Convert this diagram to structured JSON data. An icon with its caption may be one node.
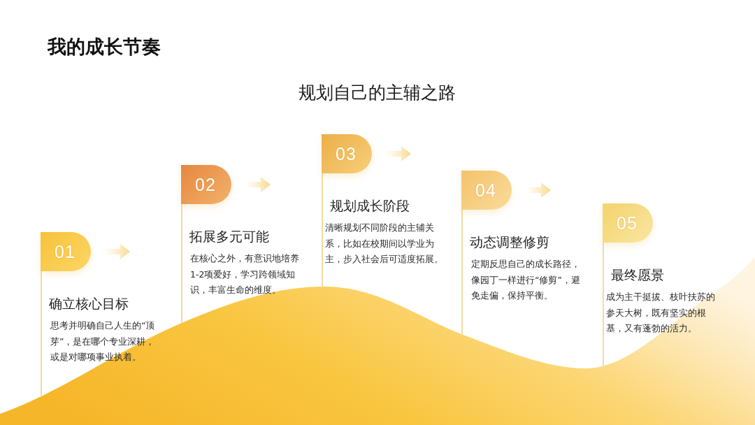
{
  "diagram": {
    "title": "我的成长节奏",
    "nodes": [
      {
        "text": [
          "确立核心目标",
          "思考并明确自己人生的“顶芽”，是在哪个专业深耕，或是对哪项事业执着。"
        ]
      },
      {
        "text": [
          "01"
        ],
        "in": 0
      },
      {
        "text": [
          "拓展多元可能",
          "在核心之外，有意识地培养1-2项爱好，学习跨领域知识，丰富生命的维度。"
        ]
      },
      {
        "text": [
          "02"
        ],
        "in": 2
      },
      {
        "text": [
          "规划成长阶段",
          "清晰规划不同阶段的主辅关系，比如在校期间以学业为主，步入社会后可适度拓展。"
        ]
      },
      {
        "text": [
          "03"
        ],
        "in": 4
      },
      {
        "text": [
          "动态调整修剪",
          "定期反思自己的成长路径，像园丁一样进行“修剪”，避免走偏，保持平衡。"
        ]
      },
      {
        "text": [
          "04"
        ],
        "in": 6
      },
      {
        "text": [
          "最终愿景",
          "成为主干挺拔、枝叶扶苏的参天大树，既有坚实的根基，又有蓬勃的活力。"
        ]
      },
      {
        "text": [
          "05"
        ],
        "in": 8
      }
    ],
    "labels": [
      "规划自己的主辅之路"
    ]
  }
}
